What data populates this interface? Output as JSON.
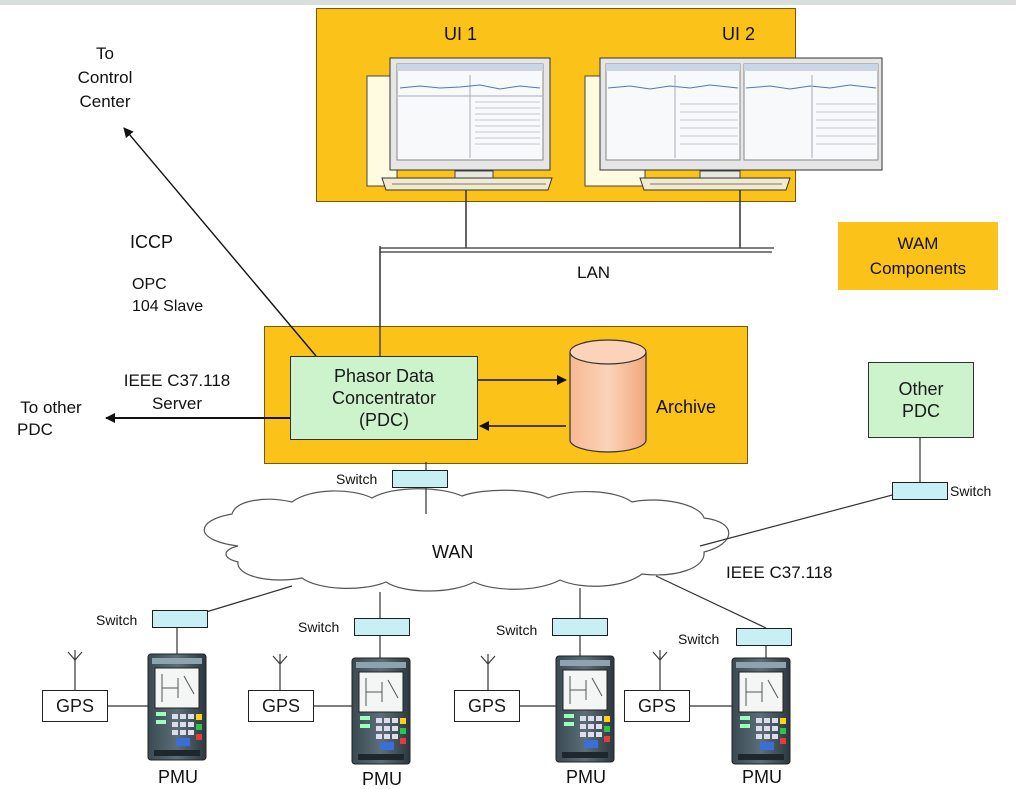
{
  "ui": {
    "ui1": "UI 1",
    "ui2": "UI 2"
  },
  "to_control_center": [
    "To",
    "Control",
    "Center"
  ],
  "protocols": {
    "iccp": "ICCP",
    "opc": "OPC",
    "slave104": "104 Slave",
    "ieee_server_1": "IEEE C37.118",
    "ieee_server_2": "Server",
    "ieee_wan": "IEEE C37.118"
  },
  "to_other_pdc": [
    "To other",
    "PDC"
  ],
  "lan": "LAN",
  "wam_components": [
    "WAM",
    "Components"
  ],
  "pdc": [
    "Phasor Data",
    "Concentrator",
    "(PDC)"
  ],
  "archive": "Archive",
  "other_pdc": [
    "Other",
    "PDC"
  ],
  "switch": "Switch",
  "wan": "WAN",
  "gps": "GPS",
  "pmu": "PMU"
}
